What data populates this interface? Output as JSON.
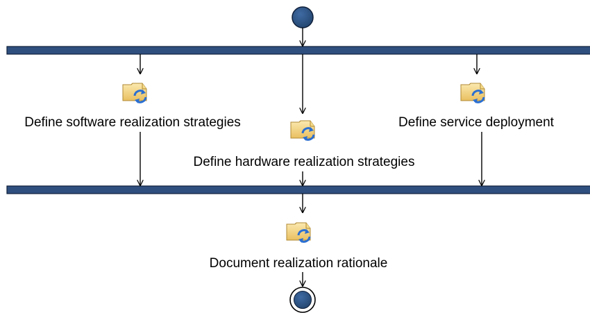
{
  "diagram": {
    "type": "activity-diagram",
    "colors": {
      "bar_fill": "#2f4f7f",
      "bar_stroke": "#0f1f3a",
      "node_fill": "#2f5583",
      "arrow": "#000000",
      "icon_folder": "#f2d27a",
      "icon_folder_dark": "#c9a245",
      "icon_arrows": "#2f6fd0"
    },
    "activities": [
      {
        "id": "software",
        "label": "Define software realization strategies",
        "icon": "task-icon"
      },
      {
        "id": "hardware",
        "label": "Define hardware realization strategies",
        "icon": "task-icon"
      },
      {
        "id": "service",
        "label": "Define service deployment",
        "icon": "task-icon"
      },
      {
        "id": "rationale",
        "label": "Document realization rationale",
        "icon": "task-icon"
      }
    ],
    "nodes": {
      "initial": "initial-node",
      "final": "final-node",
      "fork": "fork-bar",
      "join": "join-bar"
    },
    "flows": [
      {
        "from": "initial",
        "to": "fork"
      },
      {
        "from": "fork",
        "to": "software"
      },
      {
        "from": "fork",
        "to": "hardware"
      },
      {
        "from": "fork",
        "to": "service"
      },
      {
        "from": "software",
        "to": "join"
      },
      {
        "from": "hardware",
        "to": "join"
      },
      {
        "from": "service",
        "to": "join"
      },
      {
        "from": "join",
        "to": "rationale"
      },
      {
        "from": "rationale",
        "to": "final"
      }
    ]
  }
}
